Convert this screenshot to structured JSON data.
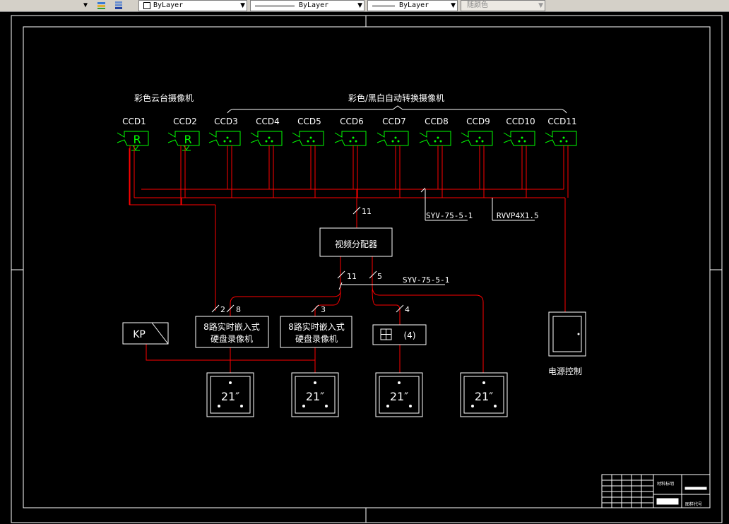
{
  "toolbar": {
    "layer_linetype_label": "ByLayer",
    "linetype_label": "ByLayer",
    "lineweight_label": "ByLayer",
    "color_label": "随颜色"
  },
  "drawing": {
    "group1_title": "彩色云台摄像机",
    "group2_title": "彩色/黑白自动转换摄像机",
    "cameras": [
      {
        "id": "CCD1",
        "type": "ptz",
        "symbol": "R"
      },
      {
        "id": "CCD2",
        "type": "ptz",
        "symbol": "R"
      },
      {
        "id": "CCD3",
        "type": "fixed"
      },
      {
        "id": "CCD4",
        "type": "fixed"
      },
      {
        "id": "CCD5",
        "type": "fixed"
      },
      {
        "id": "CCD6",
        "type": "fixed"
      },
      {
        "id": "CCD7",
        "type": "fixed"
      },
      {
        "id": "CCD8",
        "type": "fixed"
      },
      {
        "id": "CCD9",
        "type": "fixed"
      },
      {
        "id": "CCD10",
        "type": "fixed"
      },
      {
        "id": "CCD11",
        "type": "fixed"
      }
    ],
    "cable_video": "SYV-75-5-1",
    "cable_power": "RVVP4X1.5",
    "count_main": "11",
    "distributor": "视频分配器",
    "out_count_a": "11",
    "out_count_b": "5",
    "cable_video_2": "SYV-75-5-1",
    "dvr_line1": "8路实时嵌入式",
    "dvr_line2": "硬盘录像机",
    "dvr1_in_a": "2",
    "dvr1_in_b": "8",
    "dvr2_in": "3",
    "splitter_in": "4",
    "splitter_label": "(4)",
    "keyboard_label": "KP",
    "monitor_label": "21″",
    "power_label": "电源控制",
    "title_block_label1": "材料标明",
    "title_block_label2": "图样代号"
  },
  "colors": {
    "wire": "#ff0000",
    "camera": "#00ff00",
    "frame": "#ffffff",
    "background": "#000000"
  }
}
